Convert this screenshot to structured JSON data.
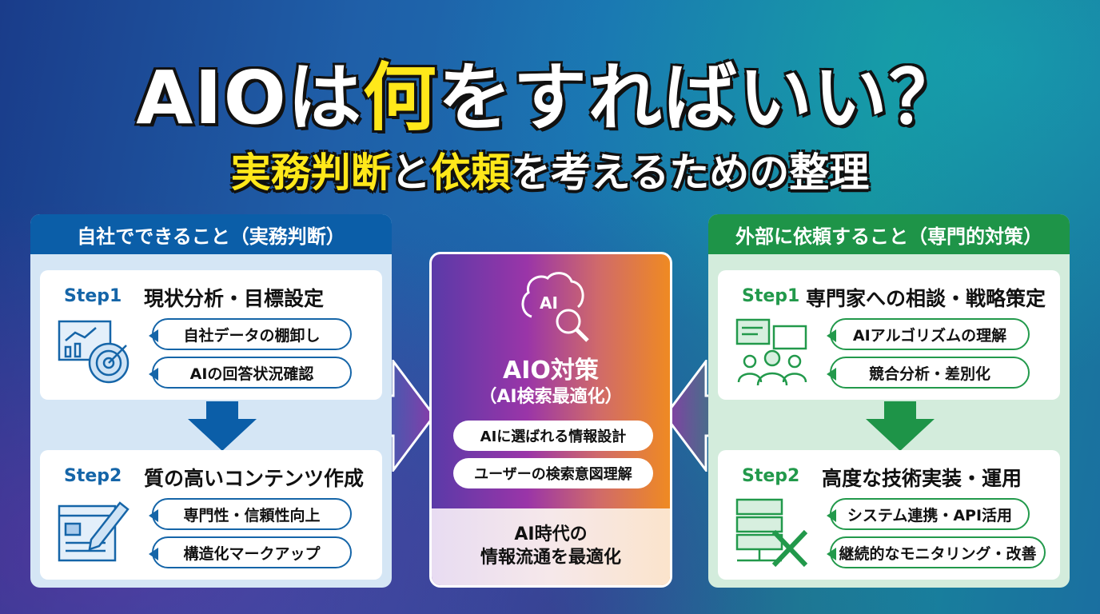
{
  "title": {
    "part1": "AIOは",
    "highlight": "何",
    "part2": "をすればいい？"
  },
  "subtitle": {
    "h1": "実務判断",
    "t1": "と",
    "h2": "依頼",
    "t2": "を考えるための整理"
  },
  "left_panel": {
    "header": "自社でできること（実務判断）",
    "steps": [
      {
        "step": "Step1",
        "title": "現状分析・目標設定",
        "items": [
          "自社データの棚卸し",
          "AIの回答状況確認"
        ]
      },
      {
        "step": "Step2",
        "title": "質の高いコンテンツ作成",
        "items": [
          "専門性・信頼性向上",
          "構造化マークアップ"
        ]
      }
    ]
  },
  "center": {
    "icon_label": "AI",
    "title": "AIO対策",
    "subtitle": "（AI検索最適化）",
    "items": [
      "AIに選ばれる情報設計",
      "ユーザーの検索意図理解"
    ],
    "footer_line1": "AI時代の",
    "footer_line2": "情報流通を最適化"
  },
  "right_panel": {
    "header": "外部に依頼すること（専門的対策）",
    "steps": [
      {
        "step": "Step1",
        "title": "専門家への相談・戦略策定",
        "items": [
          "AIアルゴリズムの理解",
          "競合分析・差別化"
        ]
      },
      {
        "step": "Step2",
        "title": "高度な技術実装・運用",
        "items": [
          "システム連携・API活用",
          "継続的なモニタリング・改善"
        ]
      }
    ]
  },
  "colors": {
    "blue": "#0b5ea8",
    "green": "#1e9448",
    "yellow": "#ffe81a"
  }
}
